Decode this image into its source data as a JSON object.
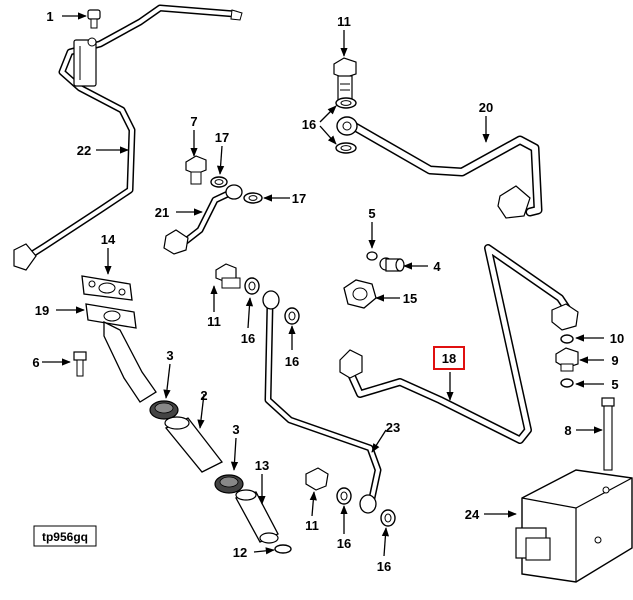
{
  "diagram": {
    "reference_code": "tp956gq",
    "highlighted_callout": "18",
    "callouts": [
      "1",
      "22",
      "11",
      "20",
      "16",
      "7",
      "17",
      "17",
      "21",
      "5",
      "4",
      "14",
      "15",
      "19",
      "11",
      "16",
      "16",
      "10",
      "9",
      "5",
      "6",
      "3",
      "2",
      "18",
      "8",
      "23",
      "3",
      "13",
      "24",
      "11",
      "16",
      "16",
      "12"
    ]
  }
}
